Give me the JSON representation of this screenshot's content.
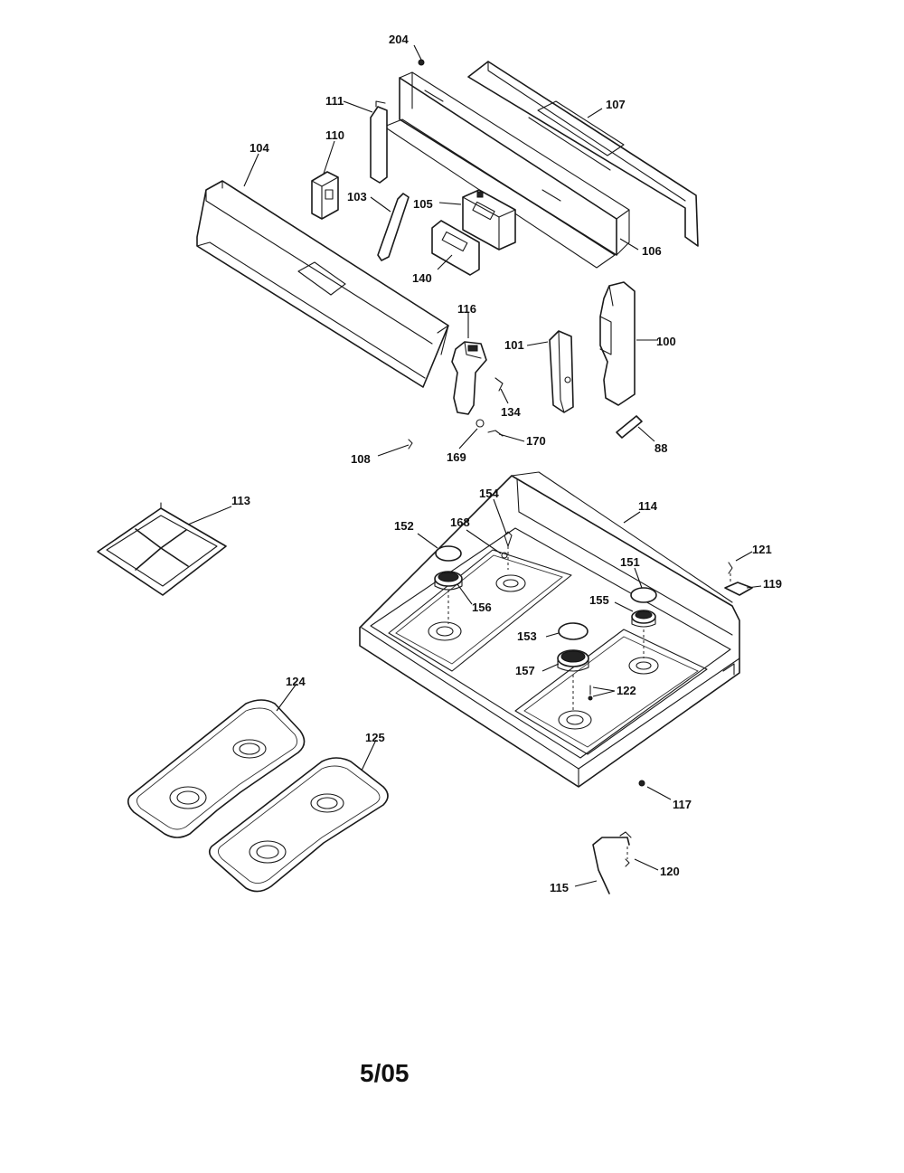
{
  "labels": {
    "p204": "204",
    "p107": "107",
    "p111": "111",
    "p110": "110",
    "p104": "104",
    "p103": "103",
    "p105": "105",
    "p106": "106",
    "p140": "140",
    "p116": "116",
    "p101": "101",
    "p100": "100",
    "p134": "134",
    "p108": "108",
    "p169": "169",
    "p170": "170",
    "p88": "88",
    "p113": "113",
    "p154": "154",
    "p114": "114",
    "p152": "152",
    "p168": "168",
    "p121": "121",
    "p151": "151",
    "p119": "119",
    "p156": "156",
    "p155": "155",
    "p153": "153",
    "p157": "157",
    "p122": "122",
    "p124": "124",
    "p125": "125",
    "p117": "117",
    "p120": "120",
    "p115": "115"
  },
  "footer": {
    "code": "5/05"
  },
  "colors": {
    "line": "#1a1a1a",
    "background": "#ffffff"
  }
}
